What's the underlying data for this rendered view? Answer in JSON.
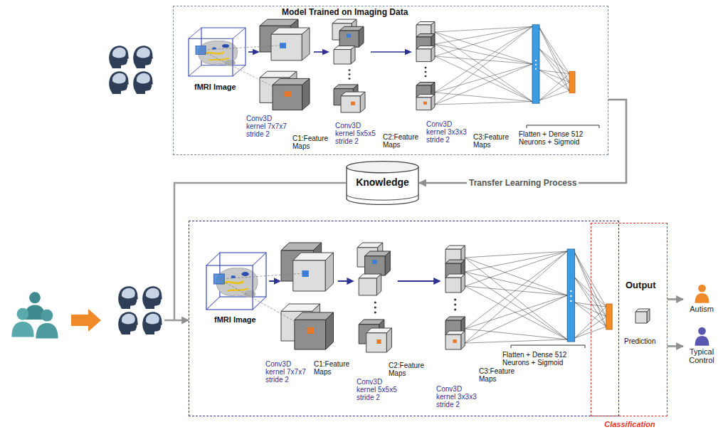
{
  "diagram": {
    "nodes": [
      {
        "text": [
          "Model Trained on Imaging Data",
          "fMRI Image",
          "Conv3D kernel 7x7x7 stride 2",
          "C1:Feature Maps",
          "Conv3D kernel 5x5x5 stride 2",
          "C2:Feature Maps",
          "Conv3D kernel 3x3x3 stride 2",
          "C3:Feature Maps",
          "Flatten + Dense 512 Neurons + Sigmoid"
        ]
      },
      {
        "text": [
          "Knowledge"
        ]
      },
      {
        "text": [
          "fMRI Image",
          "Conv3D kernel 7x7x7 stride 2",
          "C1:Feature Maps",
          "Conv3D kernel 5x5x5 stride 2",
          "C2:Feature Maps",
          "Conv3D kernel 3x3x3 stride 2",
          "C3:Feature Maps",
          "Flatten + Dense 512 Neurons + Sigmoid"
        ]
      },
      {
        "text": [
          "Output",
          "Prediction",
          "Classification"
        ]
      },
      {
        "text": [
          "Autism"
        ]
      },
      {
        "text": [
          "Typical Control"
        ]
      }
    ],
    "edges": [
      {
        "from": 0,
        "to": 1,
        "label": "Transfer Learning Process",
        "arrow": "to"
      },
      {
        "from": 1,
        "to": 2,
        "arrow": "to"
      },
      {
        "from": 3,
        "to": 4,
        "arrow": "to"
      },
      {
        "from": 3,
        "to": 5,
        "arrow": "to"
      }
    ]
  }
}
